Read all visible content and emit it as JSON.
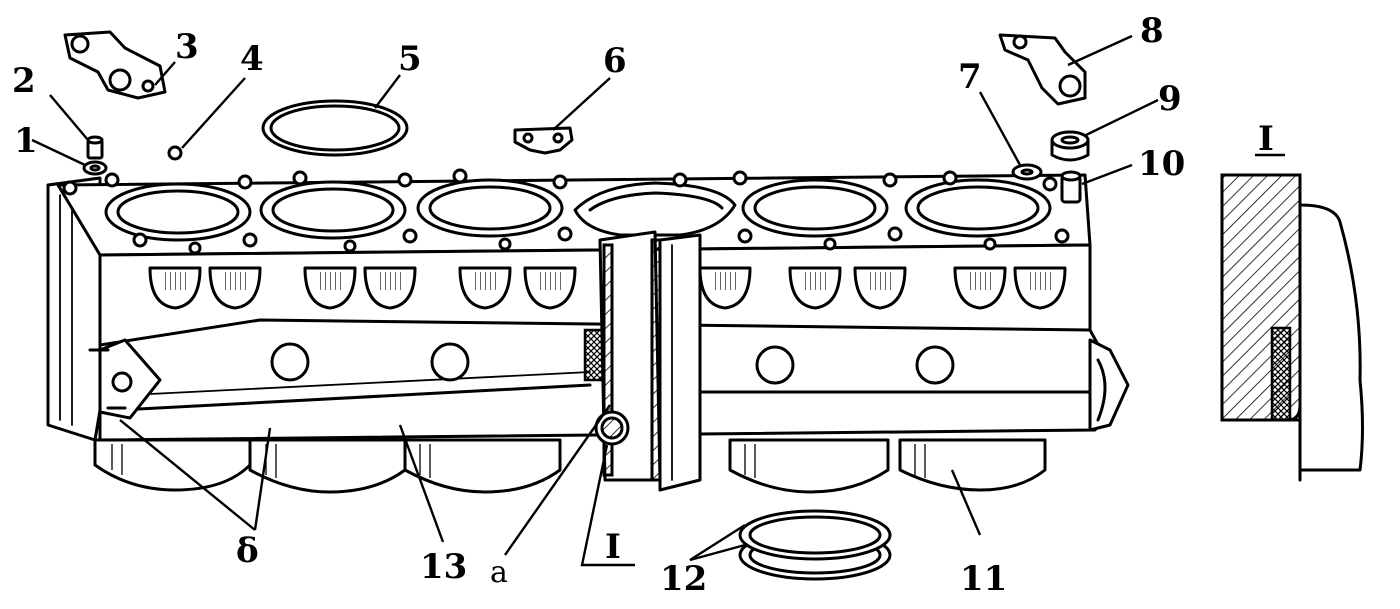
{
  "callouts": {
    "c1": "1",
    "c2": "2",
    "c3": "3",
    "c4": "4",
    "c5": "5",
    "c6": "6",
    "c7": "7",
    "c8": "8",
    "c9": "9",
    "c10": "10",
    "c11": "11",
    "c12": "12",
    "c13": "13",
    "delta": "δ",
    "alpha": "a",
    "section_marker": "I",
    "detail_title": "I"
  }
}
